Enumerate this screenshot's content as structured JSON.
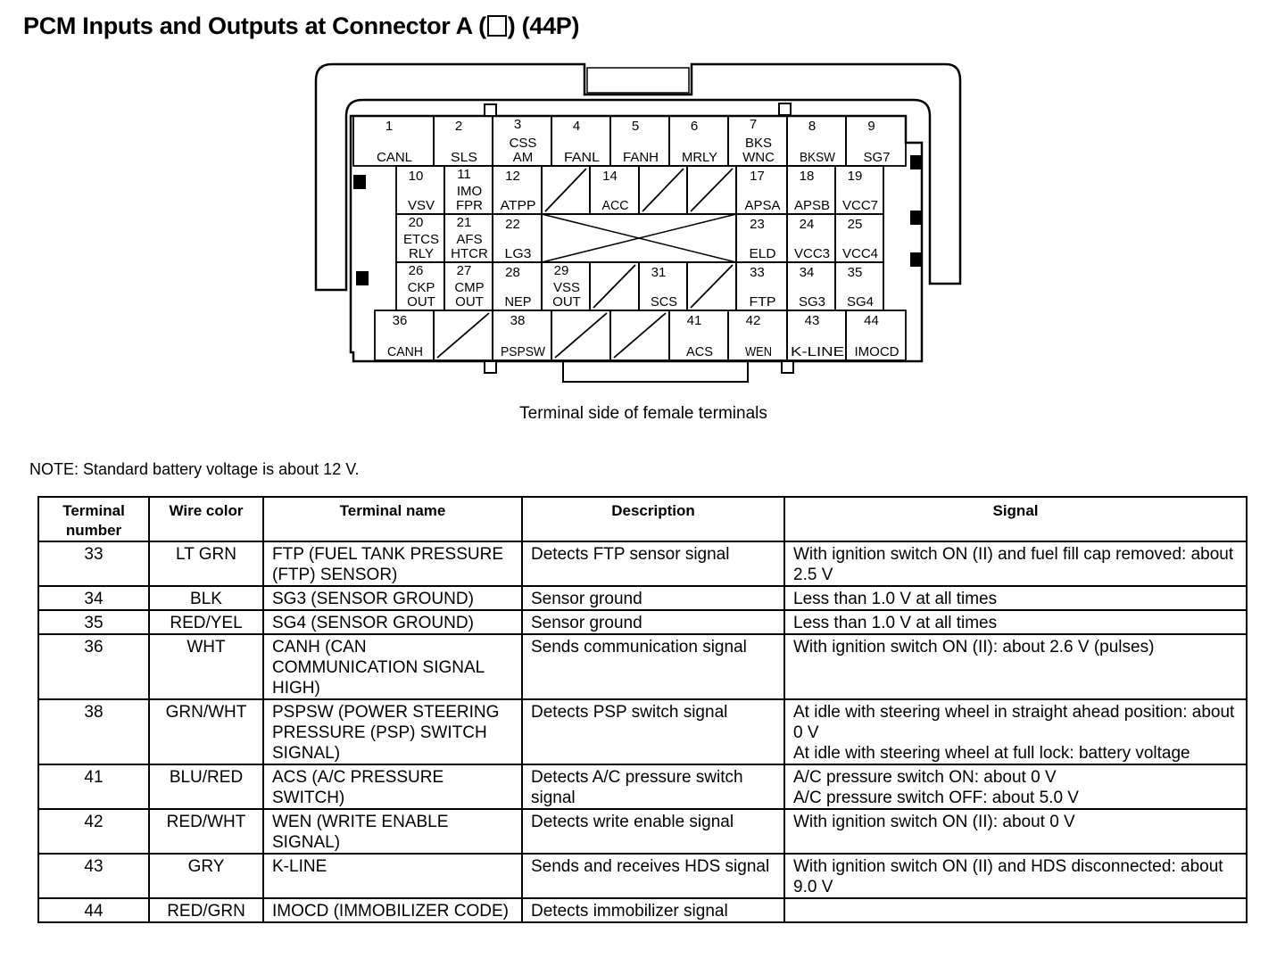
{
  "header": {
    "title_pre": "PCM Inputs and Outputs at Connector A (",
    "title_post": ") (44P)"
  },
  "connector": {
    "caption": "Terminal side of female terminals",
    "terminals": [
      {
        "num": "1",
        "name": "CANL"
      },
      {
        "num": "2",
        "name": "SLS"
      },
      {
        "num": "3",
        "name": "CSS AM"
      },
      {
        "num": "4",
        "name": "FANL"
      },
      {
        "num": "5",
        "name": "FANH"
      },
      {
        "num": "6",
        "name": "MRLY"
      },
      {
        "num": "7",
        "name": "BKS WNC"
      },
      {
        "num": "8",
        "name": "BKSW"
      },
      {
        "num": "9",
        "name": "SG7"
      },
      {
        "num": "10",
        "name": "VSV"
      },
      {
        "num": "11",
        "name": "IMO FPR"
      },
      {
        "num": "12",
        "name": "ATPP"
      },
      {
        "num": "14",
        "name": "ACC"
      },
      {
        "num": "17",
        "name": "APSA"
      },
      {
        "num": "18",
        "name": "APSB"
      },
      {
        "num": "19",
        "name": "VCC7"
      },
      {
        "num": "20",
        "name": "ETCS RLY"
      },
      {
        "num": "21",
        "name": "AFS HTCR"
      },
      {
        "num": "22",
        "name": "LG3"
      },
      {
        "num": "23",
        "name": "ELD"
      },
      {
        "num": "24",
        "name": "VCC3"
      },
      {
        "num": "25",
        "name": "VCC4"
      },
      {
        "num": "26",
        "name": "CKP OUT"
      },
      {
        "num": "27",
        "name": "CMP OUT"
      },
      {
        "num": "28",
        "name": "NEP"
      },
      {
        "num": "29",
        "name": "VSS OUT"
      },
      {
        "num": "31",
        "name": "SCS"
      },
      {
        "num": "33",
        "name": "FTP"
      },
      {
        "num": "34",
        "name": "SG3"
      },
      {
        "num": "35",
        "name": "SG4"
      },
      {
        "num": "36",
        "name": "CANH"
      },
      {
        "num": "38",
        "name": "PSPSW"
      },
      {
        "num": "41",
        "name": "ACS"
      },
      {
        "num": "42",
        "name": "WEN"
      },
      {
        "num": "43",
        "name": "K-LINE"
      },
      {
        "num": "44",
        "name": "IMOCD"
      }
    ]
  },
  "note": "NOTE: Standard battery voltage is about 12 V.",
  "table": {
    "headers": [
      "Terminal number",
      "Wire color",
      "Terminal name",
      "Description",
      "Signal"
    ],
    "rows": [
      {
        "number": "33",
        "color": "LT GRN",
        "name": "FTP (FUEL TANK PRESSURE (FTP) SENSOR)",
        "description": "Detects FTP sensor signal",
        "signal": "With ignition switch ON (II) and fuel fill cap removed: about 2.5 V"
      },
      {
        "number": "34",
        "color": "BLK",
        "name": "SG3 (SENSOR GROUND)",
        "description": "Sensor ground",
        "signal": "Less than 1.0 V at all times"
      },
      {
        "number": "35",
        "color": "RED/YEL",
        "name": "SG4 (SENSOR GROUND)",
        "description": "Sensor ground",
        "signal": "Less than 1.0 V at all times"
      },
      {
        "number": "36",
        "color": "WHT",
        "name": "CANH (CAN COMMUNICATION SIGNAL HIGH)",
        "description": "Sends communication signal",
        "signal": "With ignition switch ON (II): about 2.6 V (pulses)"
      },
      {
        "number": "38",
        "color": "GRN/WHT",
        "name": "PSPSW (POWER STEERING PRESSURE (PSP) SWITCH SIGNAL)",
        "description": "Detects PSP switch signal",
        "signal": "At idle with steering wheel in straight ahead position: about 0 V\nAt idle with steering wheel at full lock: battery voltage"
      },
      {
        "number": "41",
        "color": "BLU/RED",
        "name": "ACS (A/C PRESSURE SWITCH)",
        "description": "Detects A/C pressure switch signal",
        "signal": "A/C pressure switch ON: about 0 V\nA/C pressure switch OFF: about 5.0 V"
      },
      {
        "number": "42",
        "color": "RED/WHT",
        "name": "WEN (WRITE ENABLE SIGNAL)",
        "description": "Detects write enable signal",
        "signal": "With ignition switch ON (II): about 0 V"
      },
      {
        "number": "43",
        "color": "GRY",
        "name": "K-LINE",
        "description": "Sends and receives HDS signal",
        "signal": "With ignition switch ON (II) and HDS disconnected: about 9.0 V"
      },
      {
        "number": "44",
        "color": "RED/GRN",
        "name": "IMOCD (IMMOBILIZER CODE)",
        "description": "Detects immobilizer signal",
        "signal": ""
      }
    ]
  }
}
